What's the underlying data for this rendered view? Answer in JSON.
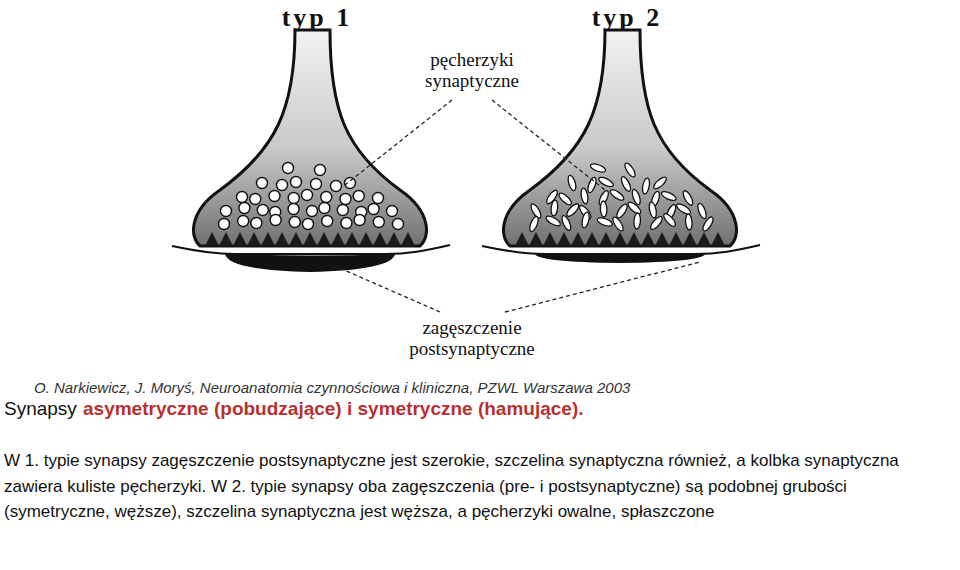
{
  "diagram": {
    "labels": [
      "typ 1",
      "typ 2",
      "pęcherzyki synaptyczne",
      "zagęszczenie postsynaptyczne",
      "O. Narkiewicz, J. Moryś, Neuroanatomia czynnościowa i kliniczna, PZWL Warszawa 2003",
      "Synapsy",
      "asymetryczne (pobudzające) i symetryczne (hamujące).",
      "W 1. typie synapsy zagęszczenie postsynaptyczne jest szerokie, szczelina synaptyczna również, a kolbka synaptyczna zawiera kuliste pęcherzyki. W 2. typie synapsy oba zagęszczenia (pre- i postsynaptyczne) są podobnej grubości (symetryczne, węższe), szczelina synaptyczna jest węższa, a pęcherzyki owalne, spłaszczone"
    ]
  }
}
